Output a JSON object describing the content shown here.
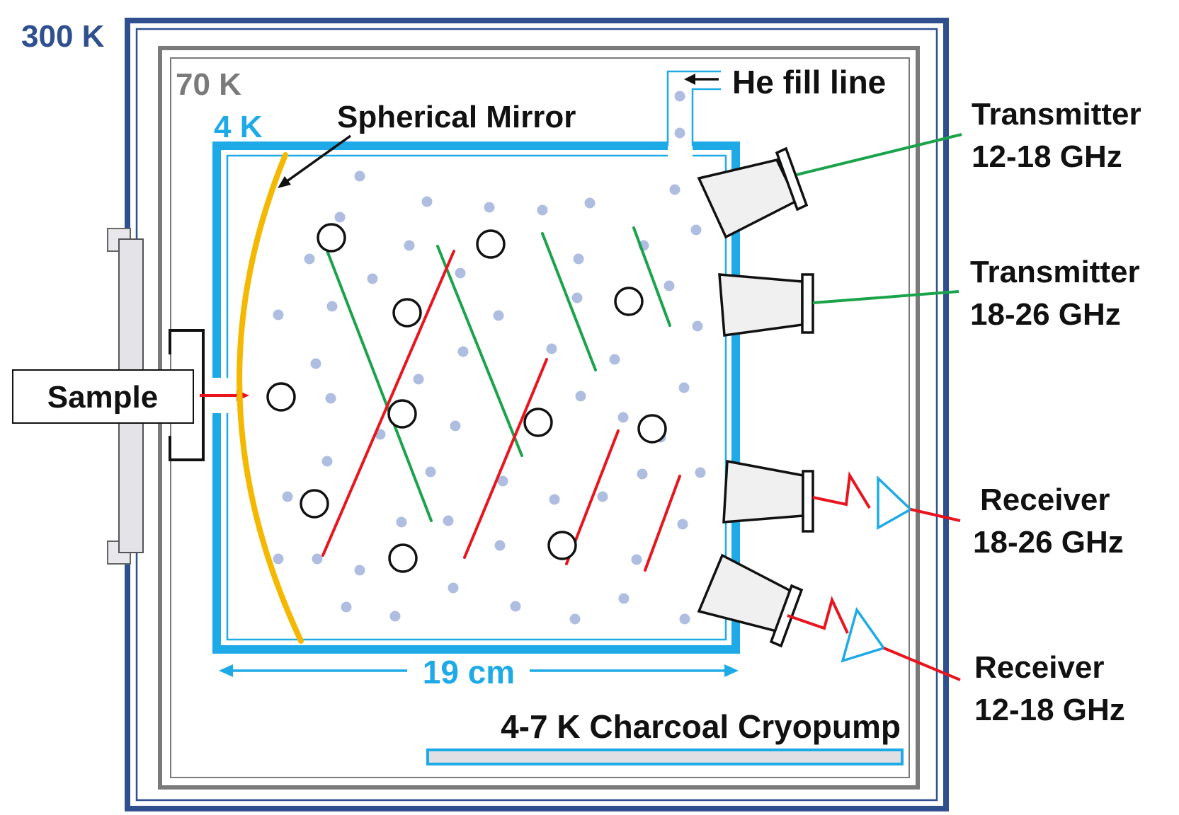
{
  "labels": {
    "temp_300k": "300 K",
    "temp_70k": "70 K",
    "temp_4k": "4 K",
    "spherical_mirror": "Spherical Mirror",
    "he_fill_line": "He fill line",
    "sample": "Sample",
    "dimension": "19 cm",
    "cryopump": "4-7 K Charcoal Cryopump",
    "transmitter_1_title": "Transmitter",
    "transmitter_1_band": "12-18 GHz",
    "transmitter_2_title": "Transmitter",
    "transmitter_2_band": "18-26 GHz",
    "receiver_1_title": "Receiver",
    "receiver_1_band": "18-26 GHz",
    "receiver_2_title": "Receiver",
    "receiver_2_band": "12-18 GHz"
  },
  "colors": {
    "shield_300k": "#2f4f8f",
    "shield_70k": "#7a7a7a",
    "shield_4k": "#1eaae6",
    "mirror": "#f5b800",
    "transmit_beam": "#1aa34a",
    "receive_beam": "#e8141e",
    "helium_dot": "#aebde0",
    "horn_fill": "#f0f0f0",
    "amplifier": "#1eaae6"
  }
}
